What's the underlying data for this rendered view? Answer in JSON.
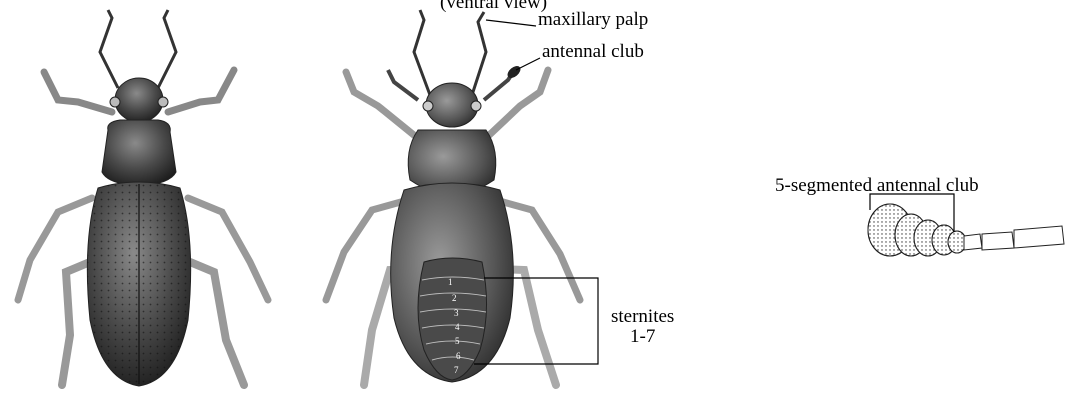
{
  "top_caption": "(ventral view)",
  "labels": {
    "maxillary_palp": "maxillary palp",
    "antennal_club": "antennal club",
    "sternites_line1": "sternites",
    "sternites_line2": "1-7",
    "five_segmented": "5-segmented antennal club"
  },
  "sternite_numbers": [
    "1",
    "2",
    "3",
    "4",
    "5",
    "6",
    "7"
  ],
  "colors": {
    "beetle_dark": "#2b2b2b",
    "beetle_mid": "#6e6e6e",
    "leg_light": "#bdbdbd",
    "line": "#000000"
  }
}
